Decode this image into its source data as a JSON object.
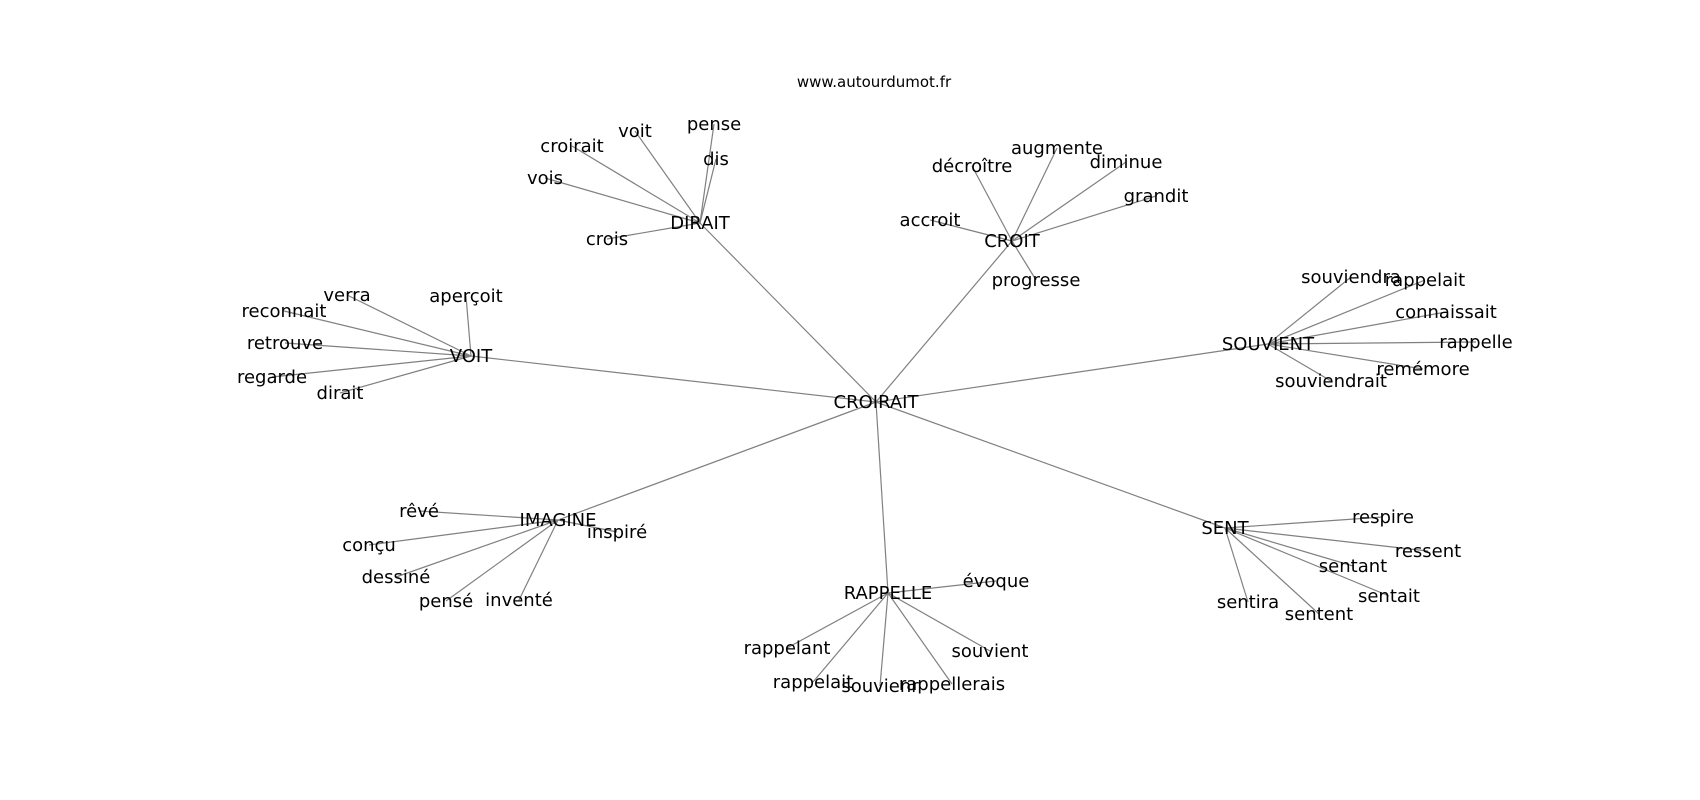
{
  "source": "www.autourdumot.fr",
  "colors": {
    "edge": "#808080",
    "text": "#000000",
    "background": "#ffffff"
  },
  "graph": {
    "center": "CROIRAIT",
    "clusters": [
      {
        "hub": "DIRAIT",
        "leaves": [
          "pense",
          "voit",
          "croirait",
          "dis",
          "vois",
          "crois"
        ]
      },
      {
        "hub": "CROIT",
        "leaves": [
          "augmente",
          "décroître",
          "diminue",
          "grandit",
          "accroit",
          "progresse"
        ]
      },
      {
        "hub": "VOIT",
        "leaves": [
          "verra",
          "aperçoit",
          "reconnait",
          "retrouve",
          "regarde",
          "dirait"
        ]
      },
      {
        "hub": "SOUVIENT",
        "leaves": [
          "souviendra",
          "rappelait",
          "connaissait",
          "rappelle",
          "remémore",
          "souviendrait"
        ]
      },
      {
        "hub": "IMAGINE",
        "leaves": [
          "rêvé",
          "inspiré",
          "conçu",
          "dessiné",
          "pensé",
          "inventé"
        ]
      },
      {
        "hub": "SENT",
        "leaves": [
          "respire",
          "ressent",
          "sentant",
          "sentait",
          "sentira",
          "sentent"
        ]
      },
      {
        "hub": "RAPPELLE",
        "leaves": [
          "évoque",
          "rappelant",
          "souvient",
          "rappelait",
          "souvienr",
          "rappellerais"
        ]
      }
    ]
  }
}
